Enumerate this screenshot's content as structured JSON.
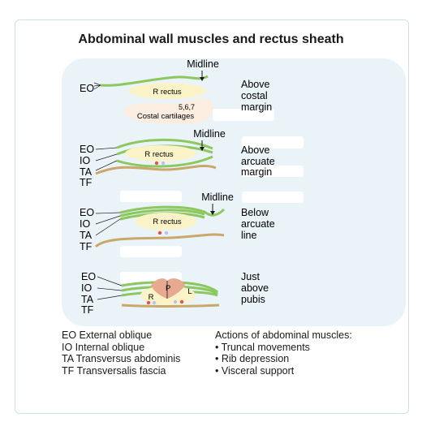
{
  "title": "Abdominal wall muscles and rectus sheath",
  "panels": [
    {
      "id": "above-costal",
      "layers": [
        "EO"
      ],
      "midline": "Midline",
      "muscle": "R rectus",
      "extra_label": "5,6,7",
      "extra_label2": "Costal cartilages",
      "level_lines": [
        "Above",
        "costal",
        "margin"
      ]
    },
    {
      "id": "above-arcuate",
      "layers": [
        "EO",
        "IO",
        "TA",
        "TF"
      ],
      "midline": "Midline",
      "muscle": "R rectus",
      "level_lines": [
        "Above",
        "arcuate",
        "margin"
      ]
    },
    {
      "id": "below-arcuate",
      "layers": [
        "EO",
        "IO",
        "TA",
        "TF"
      ],
      "midline": "Midline",
      "muscle": "R rectus",
      "level_lines": [
        "Below",
        "arcuate",
        "line"
      ]
    },
    {
      "id": "above-pubis",
      "layers": [
        "EO",
        "IO",
        "TA",
        "TF"
      ],
      "muscle_right": "R",
      "muscle_left": "L",
      "pyramidalis": "P",
      "level_lines": [
        "Just",
        "above",
        "pubis"
      ]
    }
  ],
  "legend": [
    "EO External oblique",
    "IO Internal oblique",
    "TA Transversus abdominis",
    "TF Transversalis fascia"
  ],
  "actions": {
    "title": "Actions of abdominal muscles:",
    "items": [
      "• Truncal movements",
      "• Rib depression",
      "• Visceral support"
    ]
  },
  "colors": {
    "muscle_line": "#8cc760",
    "fascia": "#c9a86a",
    "rectus_fill": "#fbf3c8",
    "cartilage_fill": "#fbeee0",
    "pyramidalis_fill": "#e7a98f",
    "red_dot": "#e0574a",
    "blue_dot": "#b9c3ee",
    "panel_bg": "#eaf3f8",
    "text": "#1a1a1a"
  }
}
